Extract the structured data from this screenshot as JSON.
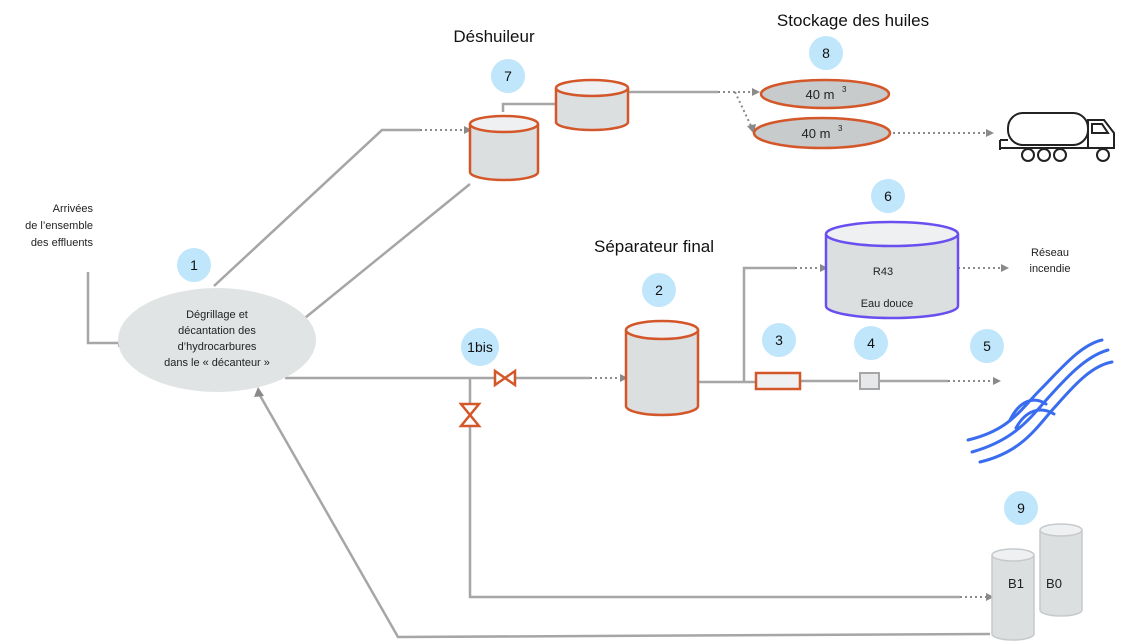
{
  "titles": {
    "deshuileur": "Déshuileur",
    "stockage": "Stockage des huiles",
    "separateur": "Séparateur final"
  },
  "inlet": {
    "line1": "Arrivées",
    "line2": "de l’ensemble",
    "line3": "des effluents"
  },
  "decanteur": {
    "line1": "Dégrillage et",
    "line2": "décantation des",
    "line3": "d’hydrocarbures",
    "line4": "dans le « décanteur »"
  },
  "badges": {
    "b1": "1",
    "b1bis": "1bis",
    "b2": "2",
    "b3": "3",
    "b4": "4",
    "b5": "5",
    "b6": "6",
    "b7": "7",
    "b8": "8",
    "b9": "9"
  },
  "oil_tanks": {
    "tank_a": "40 m",
    "tank_b": "40 m",
    "sup": "3"
  },
  "r43": {
    "name": "R43",
    "content": "Eau douce"
  },
  "reseau": {
    "line1": "Réseau",
    "line2": "incendie"
  },
  "basins": {
    "b1": "B1",
    "b0": "B0"
  },
  "colors": {
    "badge": "#bfe6fb",
    "flow": "#a6a6a6",
    "tank_fill": "#dcdfe0",
    "orange": "#d4572a",
    "purple": "#6a4ff0",
    "water": "#3a6cf0"
  }
}
